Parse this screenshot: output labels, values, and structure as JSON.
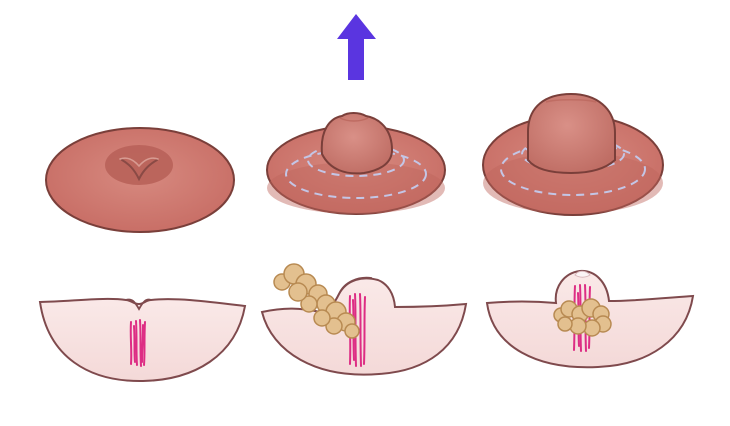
{
  "diagram": {
    "arrow_direction": "up",
    "colors": {
      "arrow": "#5a35e0",
      "areola_fill": "#c96e65",
      "areola_outline": "#7a3f3a",
      "nipple_fill": "#c77c72",
      "dashed_ring": "#c4c6e6",
      "tissue_fill": "#f8e3e2",
      "tissue_outline": "#7f4a4d",
      "ducts": "#dd2d84",
      "fibrous_tissue": "#e3c08f",
      "fibrous_outline": "#b88a52"
    },
    "stages": [
      {
        "step": 1,
        "view": "surface",
        "nipple_state": "inverted",
        "dashed_rings": 0
      },
      {
        "step": 2,
        "view": "surface",
        "nipple_state": "partially_everted",
        "dashed_rings": 2
      },
      {
        "step": 3,
        "view": "surface",
        "nipple_state": "fully_everted",
        "dashed_rings": 2
      },
      {
        "step": 1,
        "view": "cross-section",
        "nipple_state": "retracted",
        "fibrous_tissue": false
      },
      {
        "step": 2,
        "view": "cross-section",
        "nipple_state": "partially_everted",
        "fibrous_tissue": true
      },
      {
        "step": 3,
        "view": "cross-section",
        "nipple_state": "fully_everted",
        "fibrous_tissue": true
      }
    ]
  }
}
